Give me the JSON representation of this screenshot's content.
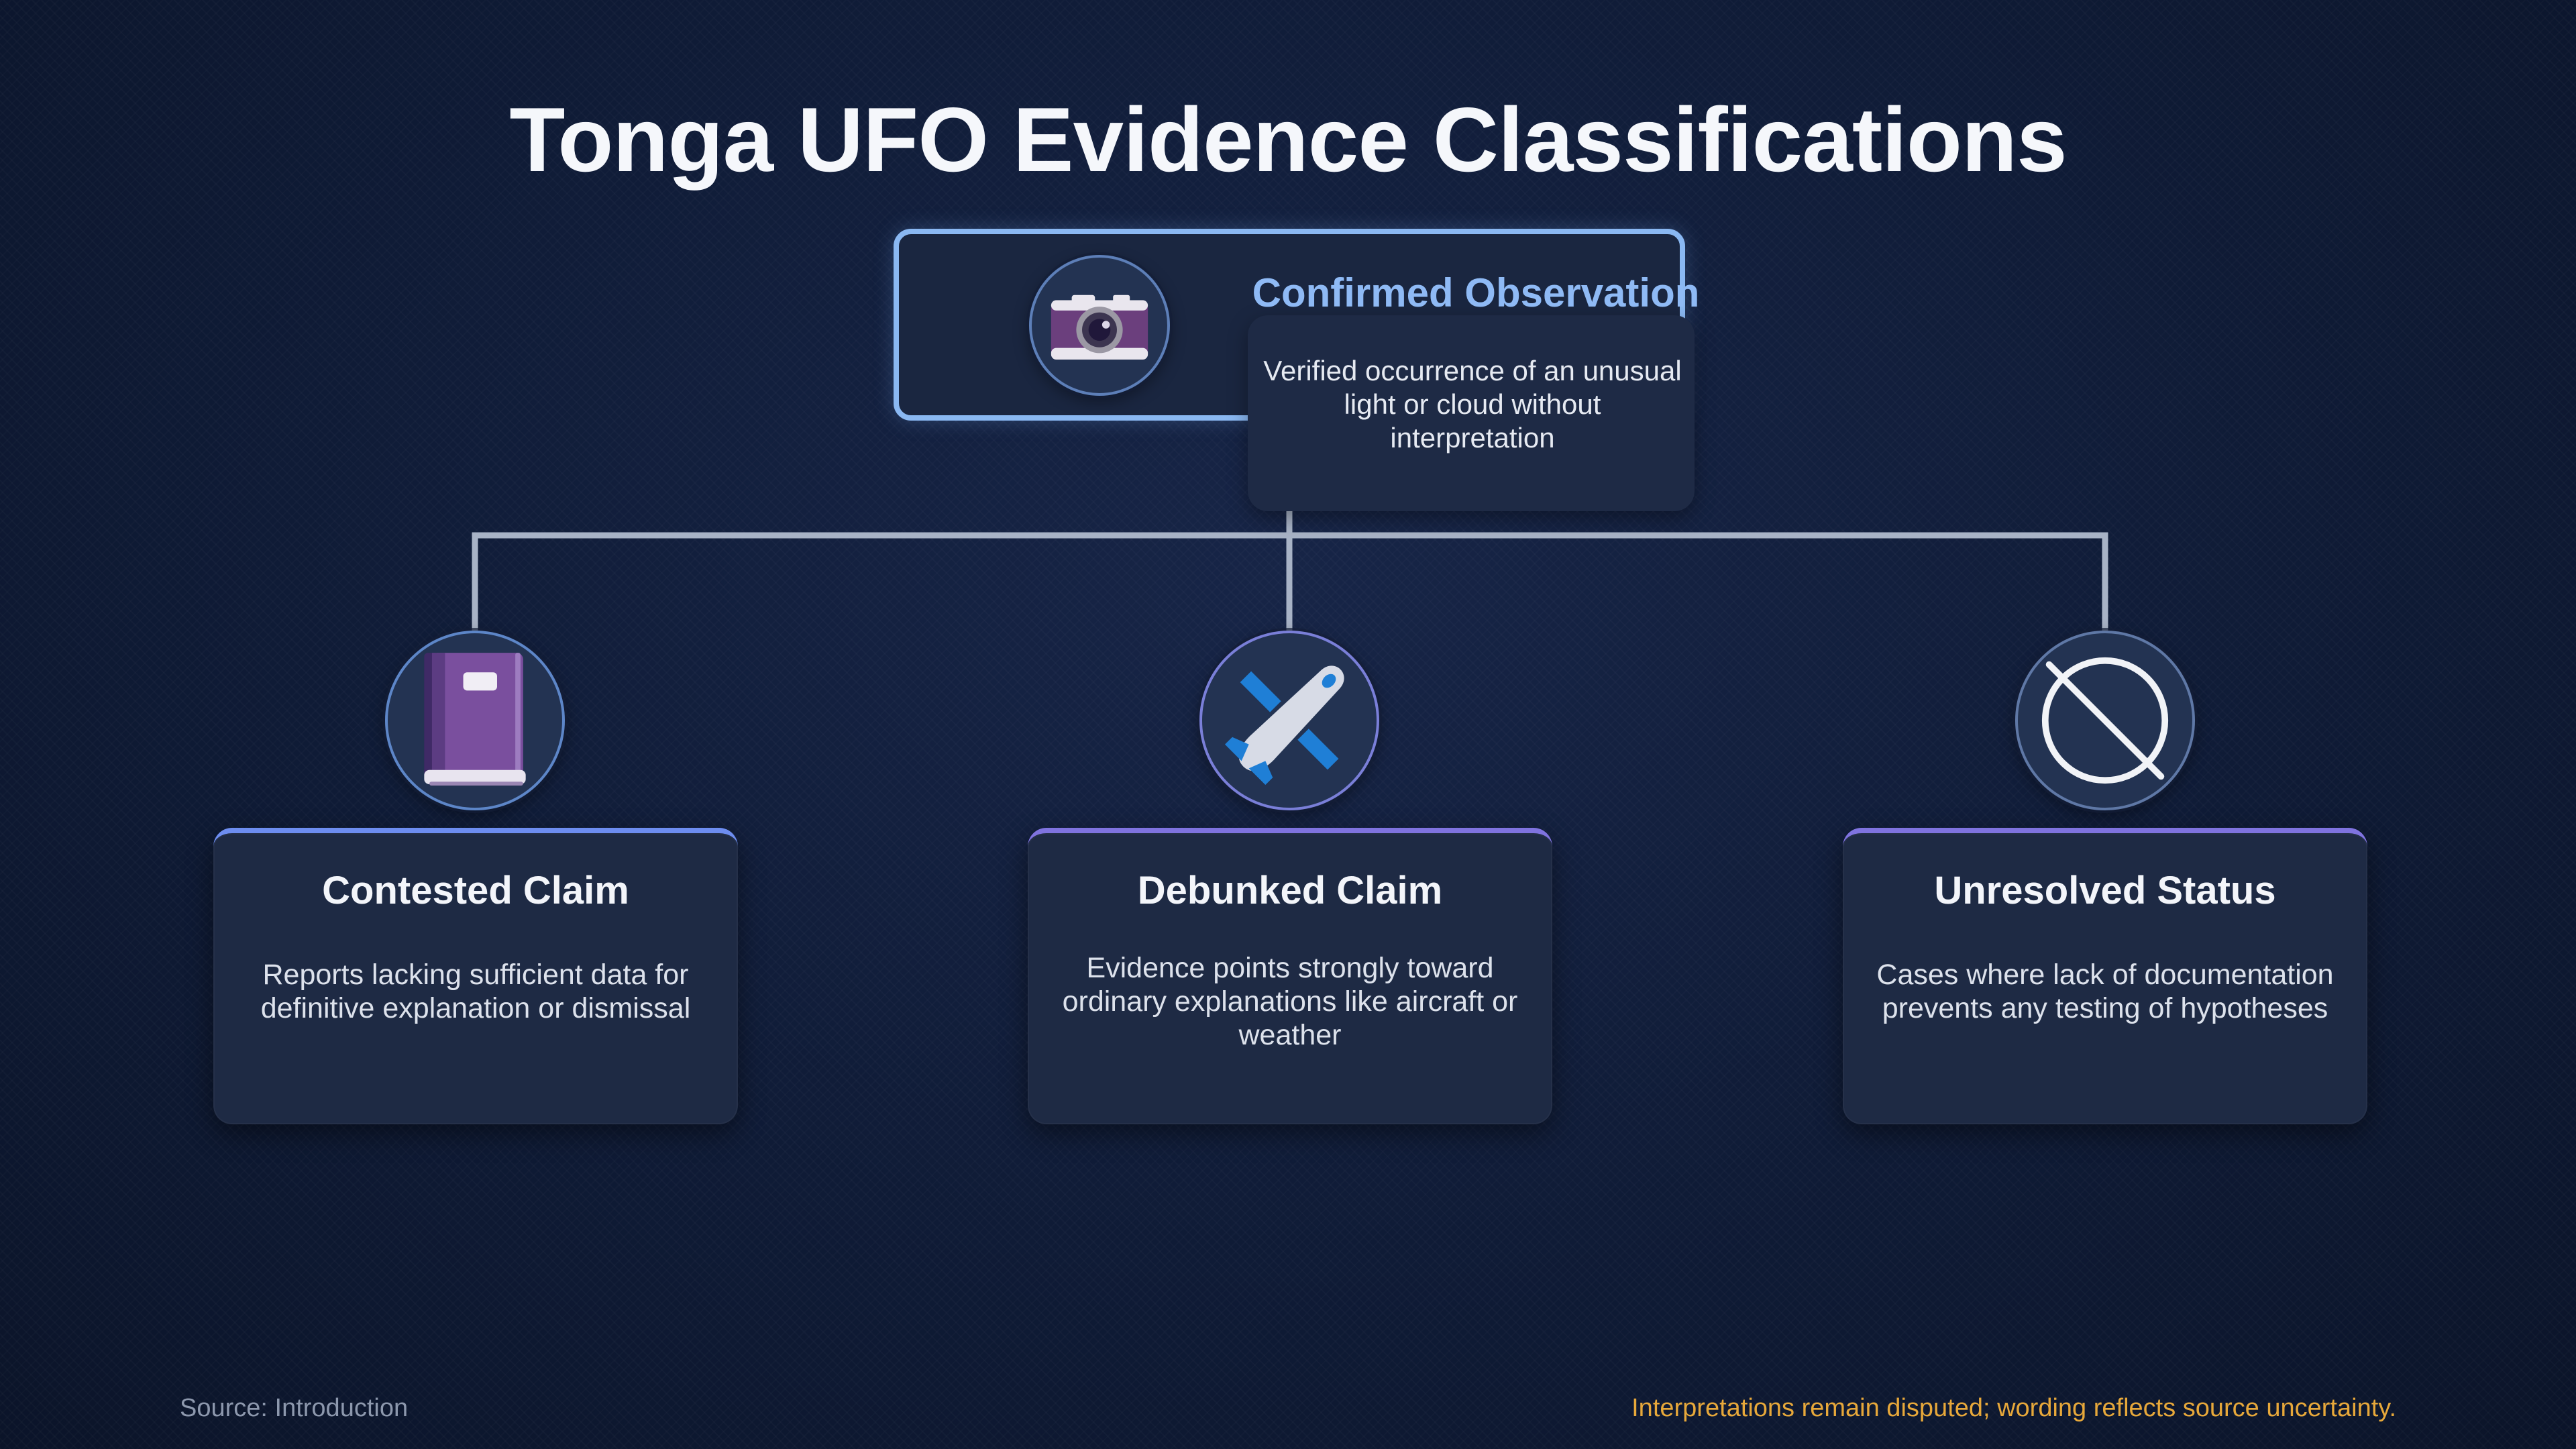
{
  "title": "Tonga UFO Evidence Classifications",
  "root": {
    "title": "Confirmed Observation",
    "description": "Verified occurrence of an unusual light or cloud without interpretation",
    "icon": "camera-icon"
  },
  "children": [
    {
      "title": "Contested Claim",
      "description": "Reports lacking sufficient data for definitive explanation or dismissal",
      "icon": "notebook-icon"
    },
    {
      "title": "Debunked Claim",
      "description": "Evidence points strongly toward ordinary explanations like aircraft or weather",
      "icon": "airplane-icon"
    },
    {
      "title": "Unresolved Status",
      "description": "Cases where lack of documentation prevents any testing of hypotheses",
      "icon": "prohibited-icon"
    }
  ],
  "footer": {
    "source": "Source: Introduction",
    "note": "Interpretations remain disputed; wording reflects source uncertainty."
  },
  "colors": {
    "background": "#0f1b36",
    "root_border": "#8ab8f2",
    "root_title": "#8fbaf5",
    "connector": "#a8b3c6",
    "card_accent_blue": "#6d8df0",
    "card_accent_purple": "#7f73df",
    "footer_note": "#e7a83a"
  }
}
